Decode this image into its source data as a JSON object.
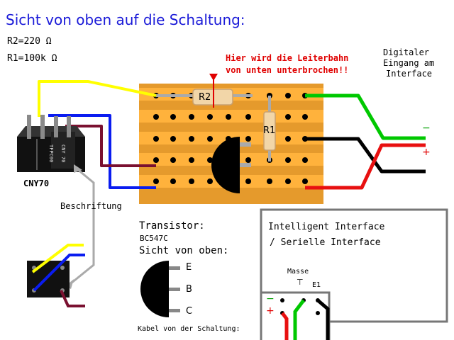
{
  "title": "Sicht von oben auf die Schaltung:",
  "specs": {
    "r2": "R2=220 Ω",
    "r1": "R1=100k Ω"
  },
  "board": {
    "r1_label": "R1",
    "r2_label": "R2",
    "note_line1": "Hier wird die Leiterbahn",
    "note_line2": "von unten unterbrochen!!"
  },
  "cny70": {
    "label": "CNY70",
    "imprint_left": "TFPC00",
    "imprint_right": "CNY 70",
    "caption": "Beschriftung"
  },
  "digital_input": {
    "line1": "Digitaler",
    "line2": "Eingang am",
    "line3": "Interface",
    "minus": "−",
    "plus": "+"
  },
  "transistor": {
    "title": "Transistor:",
    "model": "BC547C",
    "view": "Sicht von oben:",
    "pins": [
      "E",
      "B",
      "C"
    ],
    "cable_caption": "Kabel von der Schaltung:"
  },
  "interface": {
    "line1": "Intelligent Interface",
    "line2": "/ Serielle Interface",
    "masse": "Masse",
    "e1": "E1",
    "ground_symbol": "⊤",
    "minus": "−",
    "plus": "+"
  },
  "colors": {
    "title": "#1a1ad8",
    "note": "#e00000",
    "board": "#e59a2c",
    "strip": "#ffb23c",
    "wire_yellow": "#ffff00",
    "wire_blue": "#0a1cf0",
    "wire_maroon": "#7a1030",
    "wire_green": "#00c800",
    "wire_black": "#000000",
    "wire_red": "#e81010",
    "arrow_gray": "#aaaaaa"
  }
}
